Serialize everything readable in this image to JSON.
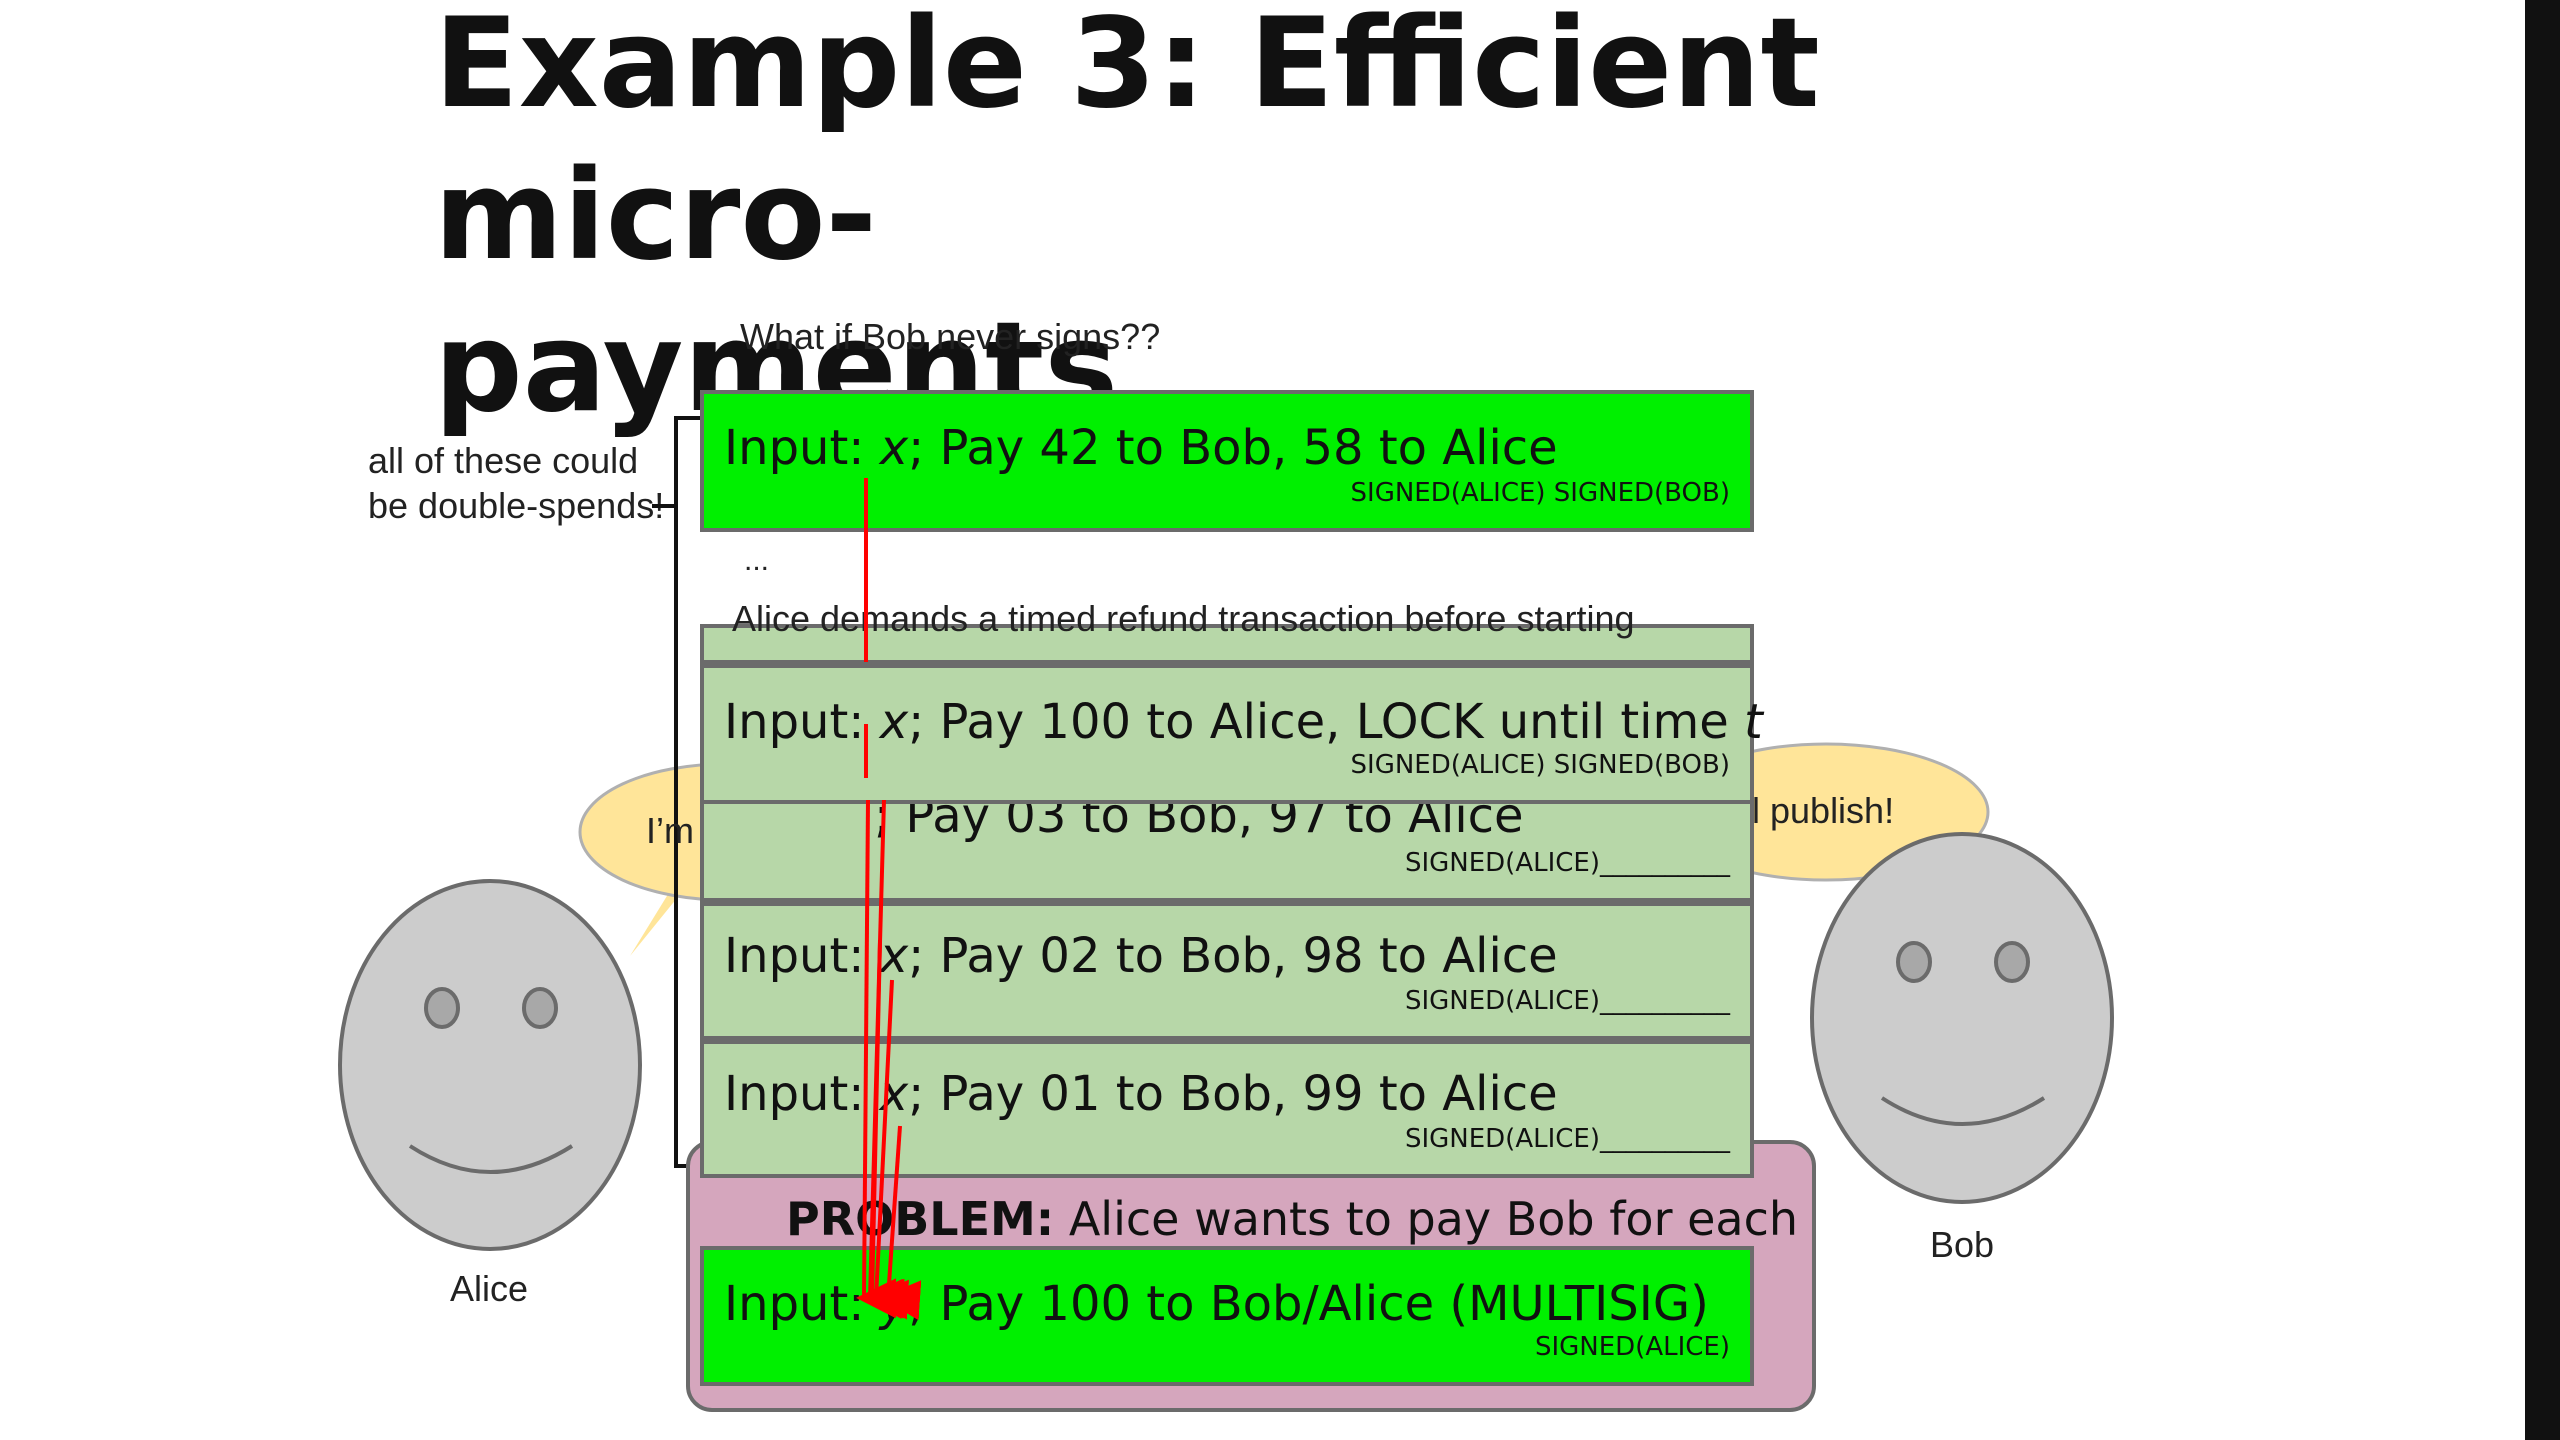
{
  "slide": {
    "title_line1": "Example 3: Efficient micro-",
    "title_line2": "payments",
    "question": "What if Bob never signs??",
    "double_spend_note": "all of these could be double-spends!",
    "ellipsis": "...",
    "refund_note": "Alice demands a timed refund transaction before starting"
  },
  "transactions": {
    "final": {
      "input_prefix": "Input: ",
      "input_var": "x",
      "desc": "; Pay 42 to Bob, 58 to Alice",
      "signature": "SIGNED(ALICE) SIGNED(BOB)"
    },
    "refund": {
      "input_prefix": "Input: ",
      "input_var": "x",
      "desc": "; Pay 100 to Alice, LOCK until time ",
      "time_var": "t",
      "signature": "SIGNED(ALICE) SIGNED(BOB)"
    },
    "pay03": {
      "text": "; Pay 03 to Bob, 97 to Alice",
      "signature": "SIGNED(ALICE)__________"
    },
    "pay02": {
      "input_prefix": "Input: ",
      "input_var": "x",
      "desc": "; Pay 02 to Bob, 98 to Alice",
      "signature": "SIGNED(ALICE)__________"
    },
    "pay01": {
      "input_prefix": "Input: ",
      "input_var": "x",
      "desc": "; Pay 01 to Bob, 99 to Alice",
      "signature": "SIGNED(ALICE)__________"
    },
    "multisig": {
      "input_prefix": "Input: ",
      "input_var": "y",
      "desc": "; Pay 100 to Bob/Alice (MULTISIG)",
      "signature": "SIGNED(ALICE)"
    }
  },
  "problem": {
    "label": "PROBLEM:",
    "text": " Alice wants to pay Bob for each"
  },
  "people": {
    "alice": {
      "name": "Alice",
      "speech": "I’m done!"
    },
    "bob": {
      "name": "Bob",
      "speech": "I’ll publish!"
    }
  },
  "colors": {
    "green": "#00f000",
    "pale_green": "#b7d7a8",
    "problem_pink": "#d5a6bd",
    "speech_yellow": "#ffe599",
    "face_grey": "#cccccc",
    "arrow_red": "#ff0000"
  }
}
